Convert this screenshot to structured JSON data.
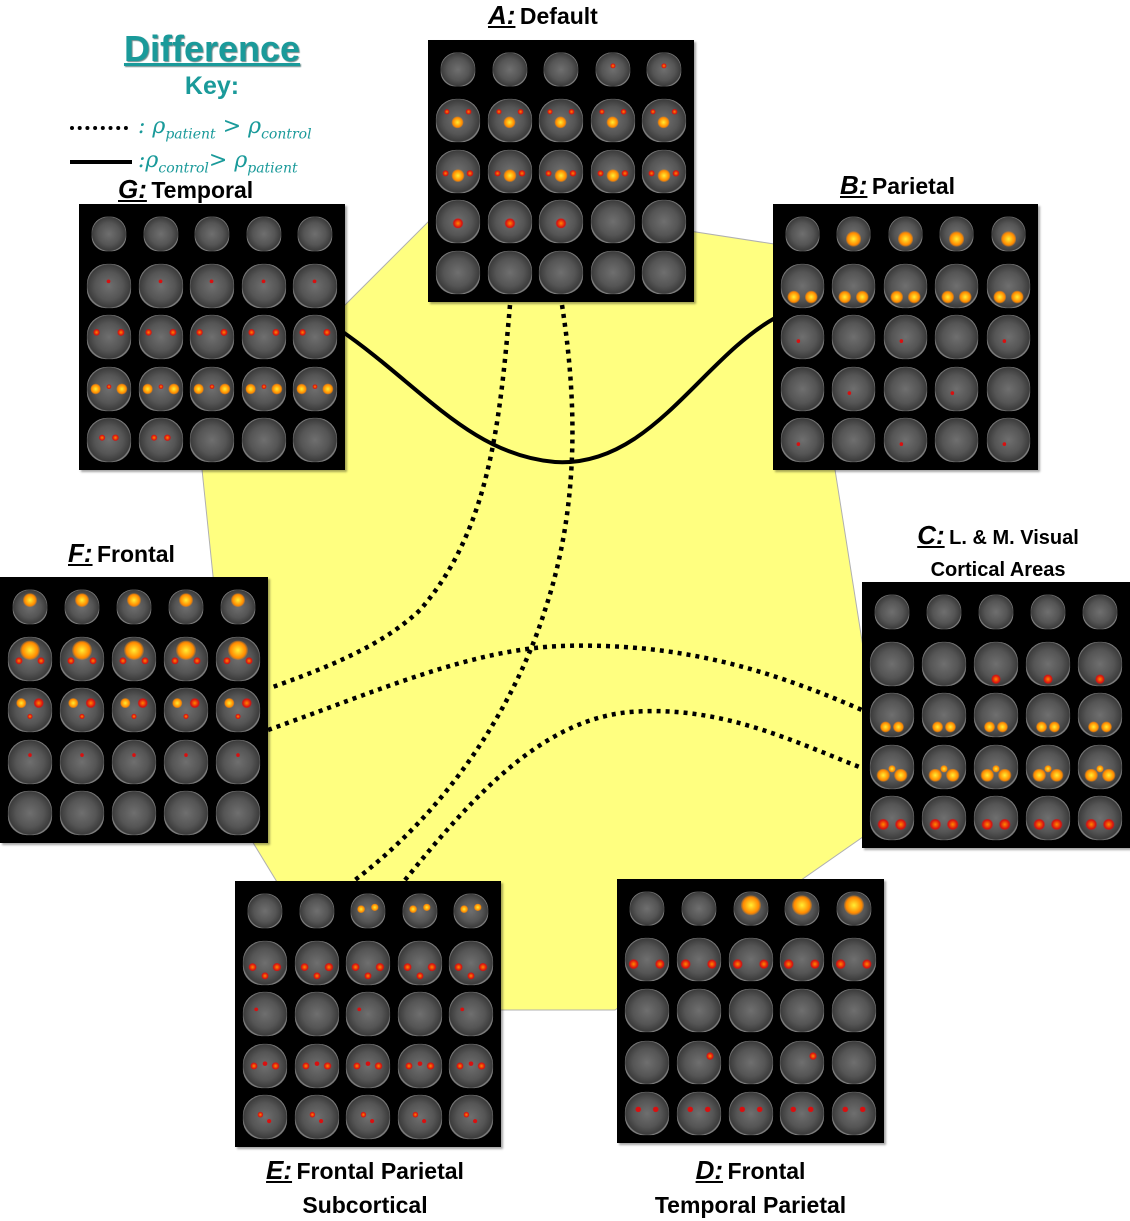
{
  "colors": {
    "accent": "#1a9a9a",
    "hexagon": "#ffff80",
    "hexagon_edge": "#b0b0b0",
    "activation_hot": "#ffee33",
    "activation_mid": "#ff8800",
    "activation_low": "#d81010"
  },
  "key": {
    "title": "Difference",
    "subtitle": "Key:",
    "dotted": {
      "rho": "ρ",
      "sub1": "patient",
      "op": ">",
      "sub2": "control"
    },
    "solid": {
      "rho": "ρ",
      "sub1": "control",
      "op": ">",
      "sub2": "patient"
    }
  },
  "networks": [
    {
      "id": "A",
      "letter": "A:",
      "name": "Default"
    },
    {
      "id": "B",
      "letter": "B:",
      "name": "Parietal"
    },
    {
      "id": "C",
      "letter": "C:",
      "name": "L. & M. Visual",
      "name2": "Cortical Areas"
    },
    {
      "id": "D",
      "letter": "D:",
      "name": "Frontal",
      "name2": "Temporal Parietal"
    },
    {
      "id": "E",
      "letter": "E:",
      "name": "Frontal Parietal",
      "name2": "Subcortical"
    },
    {
      "id": "F",
      "letter": "F:",
      "name": "Frontal"
    },
    {
      "id": "G",
      "letter": "G:",
      "name": "Temporal"
    }
  ],
  "connections": [
    {
      "from": "G",
      "to": "B",
      "style": "solid",
      "relation": "ρcontrol > ρpatient"
    },
    {
      "from": "A",
      "to": "F",
      "style": "dotted",
      "relation": "ρpatient > ρcontrol"
    },
    {
      "from": "A",
      "to": "E",
      "style": "dotted",
      "relation": "ρpatient > ρcontrol"
    },
    {
      "from": "F",
      "to": "C",
      "style": "dotted",
      "relation": "ρpatient > ρcontrol"
    },
    {
      "from": "E",
      "to": "C",
      "style": "dotted",
      "relation": "ρpatient > ρcontrol"
    }
  ],
  "activation_pattern": {
    "A": "medial-posterior",
    "B": "posterior-parietal",
    "C": "occipital",
    "D": "lateral-fronto-temporal",
    "E": "diffuse-fronto-parietal",
    "F": "frontal",
    "G": "bilateral-temporal"
  }
}
